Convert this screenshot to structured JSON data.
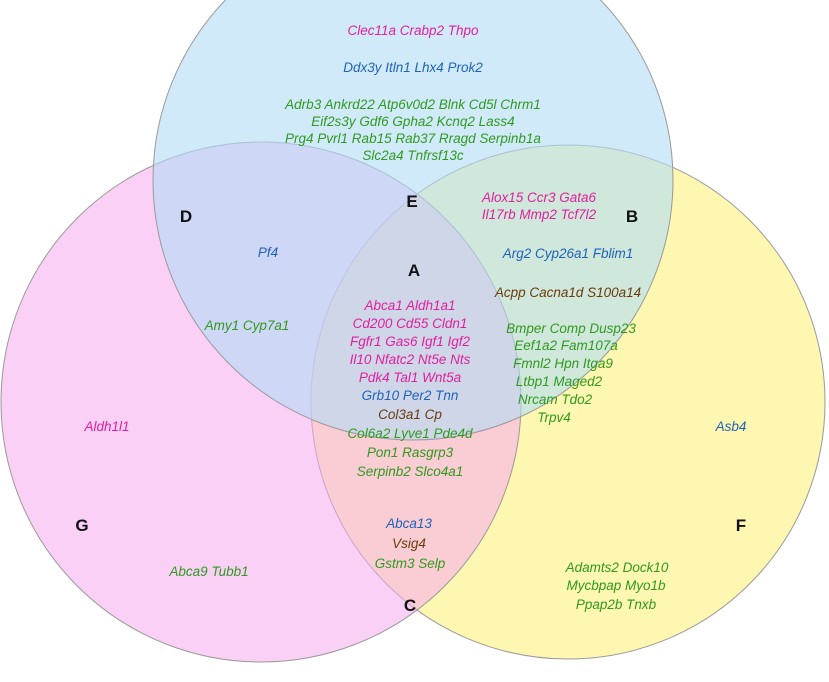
{
  "colors": {
    "circle_top": "#b3dcf6",
    "circle_left": "#f7aaee",
    "circle_right": "#fbf17d",
    "circle_stroke": "#9a9a9a",
    "magenta": "#e0209c",
    "blue": "#1f63b9",
    "green": "#2f9a1e",
    "brown": "#6b3a0e"
  },
  "regions": {
    "A": "A",
    "B": "B",
    "C": "C",
    "D": "D",
    "E": "E",
    "F": "F",
    "G": "G"
  },
  "genes": {
    "E": [
      {
        "text": "Clec11a  Crabp2  Thpo",
        "color": "magenta"
      },
      {
        "text": "Ddx3y  Itln1  Lhx4  Prok2",
        "color": "blue"
      },
      {
        "text": "Adrb3  Ankrd22 Atp6v0d2  Blnk  Cd5l  Chrm1",
        "color": "green"
      },
      {
        "text": "Eif2s3y  Gdf6  Gpha2  Kcnq2  Lass4",
        "color": "green"
      },
      {
        "text": "Prg4  Pvrl1  Rab15  Rab37  Rragd  Serpinb1a",
        "color": "green"
      },
      {
        "text": "Slc2a4  Tnfrsf13c",
        "color": "green"
      }
    ],
    "B": [
      {
        "text": "Alox15  Ccr3  Gata6",
        "color": "magenta"
      },
      {
        "text": "Il17rb  Mmp2  Tcf7l2",
        "color": "magenta"
      },
      {
        "text": "Arg2  Cyp26a1  Fblim1",
        "color": "blue"
      },
      {
        "text": "Acpp  Cacna1d  S100a14",
        "color": "brown"
      },
      {
        "text": "Bmper  Comp  Dusp23",
        "color": "green"
      },
      {
        "text": "Eef1a2  Fam107a",
        "color": "green"
      },
      {
        "text": "Fmnl2  Hpn  Itga9",
        "color": "green"
      },
      {
        "text": "Ltbp1  Maged2",
        "color": "green"
      },
      {
        "text": "Nrcam  Tdo2",
        "color": "green"
      },
      {
        "text": "Trpv4",
        "color": "green"
      }
    ],
    "D": [
      {
        "text": "Pf4",
        "color": "blue"
      },
      {
        "text": "Amy1  Cyp7a1",
        "color": "green"
      }
    ],
    "A": [
      {
        "text": "Abca1  Aldh1a1",
        "color": "magenta"
      },
      {
        "text": "Cd200  Cd55  Cldn1",
        "color": "magenta"
      },
      {
        "text": "Fgfr1  Gas6  Igf1  Igf2",
        "color": "magenta"
      },
      {
        "text": "Il10  Nfatc2  Nt5e  Nts",
        "color": "magenta"
      },
      {
        "text": "Pdk4  Tal1  Wnt5a",
        "color": "magenta"
      },
      {
        "text": "Grb10  Per2  Tnn",
        "color": "blue"
      },
      {
        "text": "Col3a1  Cp",
        "color": "brown"
      },
      {
        "text": "Col6a2  Lyve1  Pde4d",
        "color": "green"
      },
      {
        "text": "Pon1  Rasgrp3",
        "color": "green"
      },
      {
        "text": "Serpinb2  Slco4a1",
        "color": "green"
      }
    ],
    "G": [
      {
        "text": "Aldh1l1",
        "color": "magenta"
      },
      {
        "text": "Abca9  Tubb1",
        "color": "green"
      }
    ],
    "C": [
      {
        "text": "Abca13",
        "color": "blue"
      },
      {
        "text": "Vsig4",
        "color": "brown"
      },
      {
        "text": "Gstm3  Selp",
        "color": "green"
      }
    ],
    "F": [
      {
        "text": "Asb4",
        "color": "blue"
      },
      {
        "text": "Adamts2  Dock10",
        "color": "green"
      },
      {
        "text": "Mycbpap  Myo1b",
        "color": "green"
      },
      {
        "text": "Ppap2b  Tnxb",
        "color": "green"
      }
    ]
  }
}
